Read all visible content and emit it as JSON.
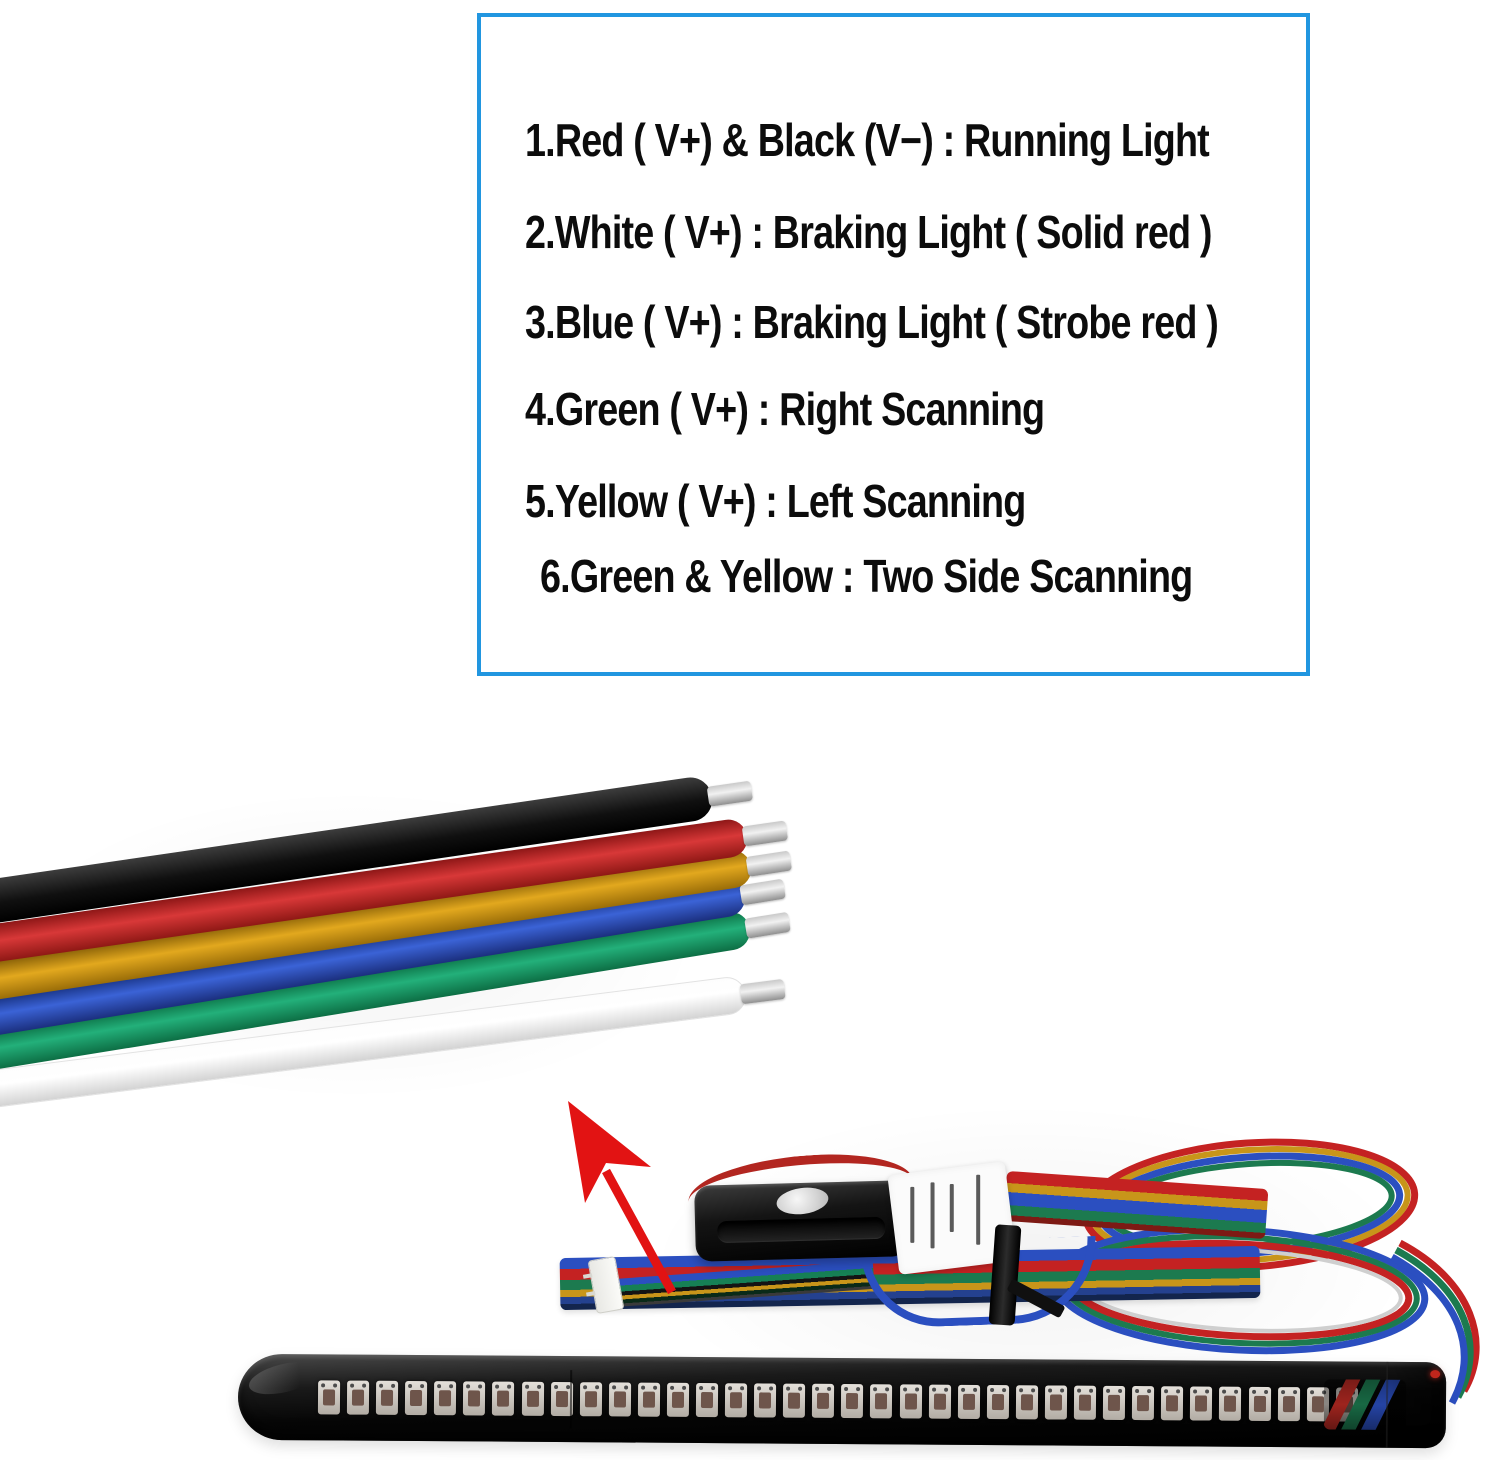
{
  "instructions": {
    "lines": [
      "1.Red ( V+) & Black (V−) : Running Light",
      "2.White ( V+) : Braking Light ( Solid red )",
      "3.Blue ( V+) : Braking Light ( Strobe red )",
      "4.Green ( V+) : Right Scanning",
      "5.Yellow ( V+) : Left Scanning",
      "6.Green & Yellow : Two Side Scanning"
    ]
  },
  "harness": {
    "wire_colors": [
      "black",
      "red",
      "yellow",
      "blue",
      "green",
      "white"
    ]
  },
  "led_strip": {
    "led_count": 36
  },
  "colors": {
    "panel_border": "#2196e0",
    "arrow": "#e21313",
    "wire_black": "#161616",
    "wire_red": "#d03030",
    "wire_yellow": "#d6981c",
    "wire_blue": "#2d5bc4",
    "wire_green": "#16a06a",
    "wire_white": "#ffffff",
    "ribbon_red": "#c42222",
    "ribbon_green": "#1c7a4f",
    "ribbon_blue": "#2b4fc0",
    "ribbon_yellow": "#c8951a"
  }
}
